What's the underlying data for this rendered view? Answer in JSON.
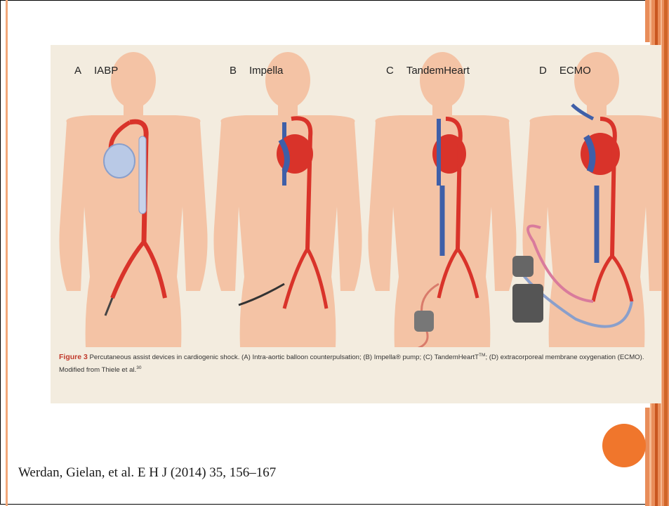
{
  "figure": {
    "panels": [
      {
        "letter": "A",
        "name": "IABP"
      },
      {
        "letter": "B",
        "name": "Impella"
      },
      {
        "letter": "C",
        "name": "TandemHeart"
      },
      {
        "letter": "D",
        "name": "ECMO"
      }
    ],
    "caption": {
      "label": "Figure 3",
      "text": "Percutaneous assist devices in cardiogenic shock. (A) Intra-aortic balloon counterpulsation; (B) Impella® pump; (C) TandemHeartT",
      "tm": "TM",
      "text2": "; (D) extracorporeal membrane oxygenation (ECMO). Modified from Thiele et al.",
      "ref": "30"
    }
  },
  "citation": "Werdan, Gielan, et al. E H J (2014) 35, 156–167",
  "colors": {
    "accent": "#f0762c",
    "band": "#e98d5a",
    "figure_bg": "#f3ecdf",
    "body_skin": "#f4c3a5",
    "artery": "#d9332a",
    "vein": "#3f5fa8"
  }
}
